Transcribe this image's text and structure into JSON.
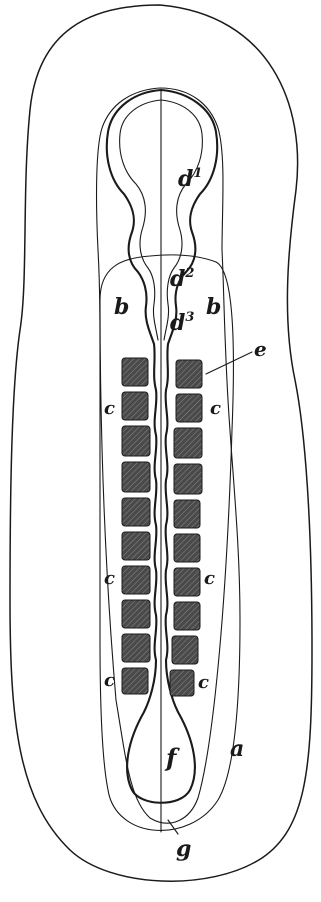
{
  "labels": {
    "d1": "d",
    "d1_sup": "1",
    "d2": "d",
    "d2_sup": "2",
    "d3": "d",
    "d3_sup": "3",
    "b_left": "b",
    "b_right": "b",
    "e": "e",
    "c": "c",
    "a": "a",
    "f": "f",
    "g": "g"
  },
  "colors": {
    "ink": "#1a1a1a",
    "somite_fill": "#555555",
    "paper": "#ffffff"
  },
  "somites": {
    "left_count": 10,
    "right_count": 10
  }
}
